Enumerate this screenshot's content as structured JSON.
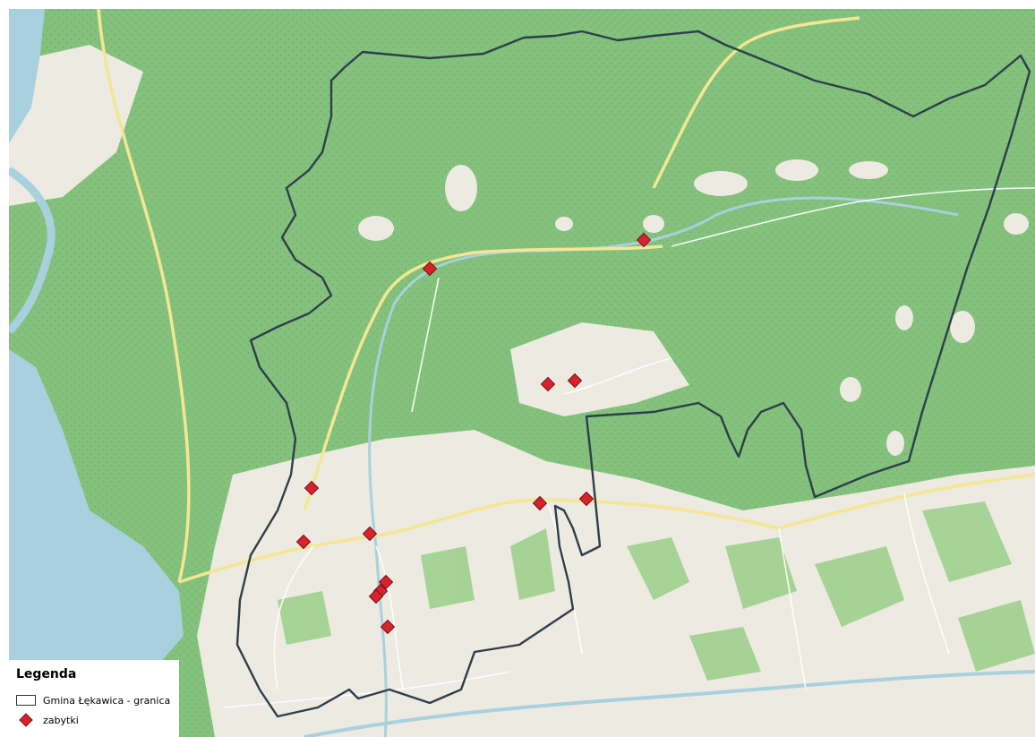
{
  "legend": {
    "title": "Legenda",
    "items": [
      {
        "label": "Gmina Łękawica - granica",
        "symbol": "boundary-outline"
      },
      {
        "label": "zabytki",
        "symbol": "red-diamond"
      }
    ]
  },
  "colors": {
    "forest": "#84c17c",
    "farmland": "#eceae1",
    "water": "#a9d0de",
    "boundary": "#2f3e4c",
    "monument": "#d8222d",
    "monument_stroke": "#7a1016",
    "road_major": "#f4e793",
    "road_minor": "#ffffff"
  },
  "monuments_count": 14
}
